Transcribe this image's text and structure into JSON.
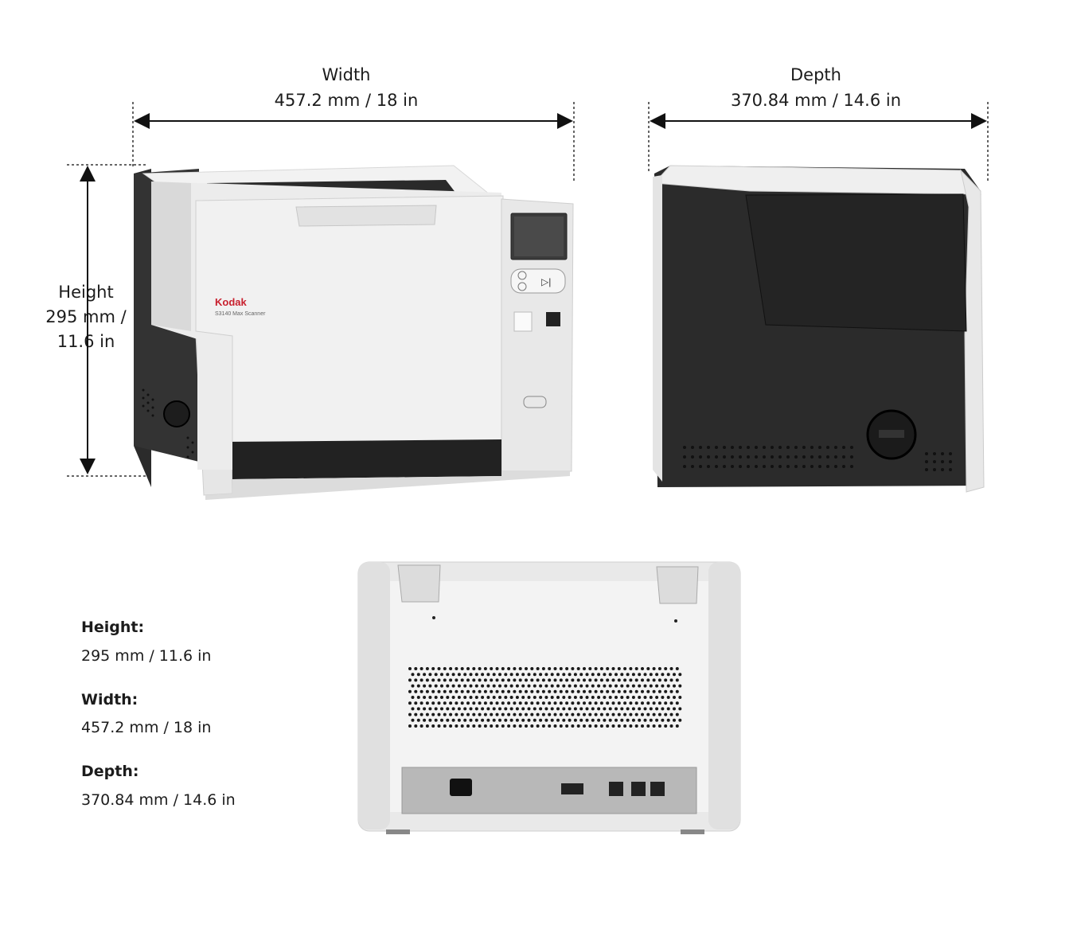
{
  "dimensions": {
    "width": {
      "label": "Width",
      "value": "457.2 mm / 18 in"
    },
    "depth": {
      "label": "Depth",
      "value": "370.84 mm / 14.6 in"
    },
    "height": {
      "label": "Height",
      "value_line1": "295 mm /",
      "value_line2": "11.6 in"
    }
  },
  "scanner": {
    "brand": "Kodak",
    "model": "S3140 Max Scanner"
  },
  "specs": [
    {
      "title": "Height:",
      "value": "295 mm / 11.6 in"
    },
    {
      "title": "Width:",
      "value": "457.2 mm / 18 in"
    },
    {
      "title": "Depth:",
      "value": "370.84 mm / 14.6 in"
    }
  ],
  "colors": {
    "body_white": "#ececec",
    "body_dark": "#2a2a2a",
    "brand_red": "#c8202e",
    "arrow": "#111111"
  }
}
